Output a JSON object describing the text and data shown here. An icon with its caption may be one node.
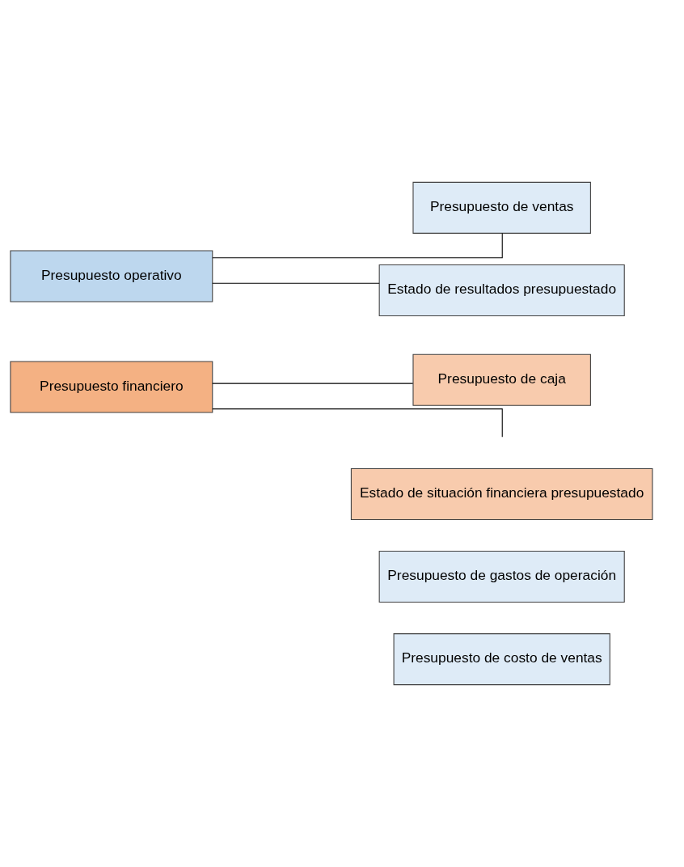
{
  "diagram": {
    "nodes": [
      {
        "text": [
          "Presupuesto de ventas"
        ]
      },
      {
        "text": [
          "Presupuesto de costo de ventas"
        ]
      },
      {
        "text": [
          "Presupuesto operativo"
        ]
      },
      {
        "text": [
          "Presupuesto de gastos de operación"
        ]
      },
      {
        "text": [
          "Estado de resultados presupuestado"
        ]
      },
      {
        "text": [
          "Presupuesto de caja"
        ]
      },
      {
        "text": [
          "Presupuesto financiero"
        ]
      },
      {
        "text": [
          "Estado de situación financiera presupuestado"
        ]
      }
    ],
    "edges": [
      {
        "from": 2,
        "to": 0,
        "arrow": "none"
      },
      {
        "from": 2,
        "to": 4,
        "arrow": "none"
      },
      {
        "from": 6,
        "to": 5,
        "arrow": "none"
      },
      {
        "from": 6,
        "to": null,
        "arrow": "none"
      }
    ]
  }
}
